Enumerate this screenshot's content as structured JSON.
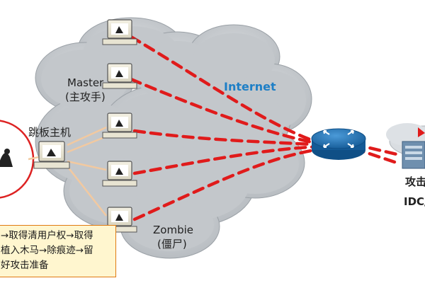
{
  "labels": {
    "internet": "Internet",
    "master_en": "Master",
    "master_cn": "(主攻手)",
    "jump_host": "跳板主机",
    "zombie_en": "Zombie",
    "zombie_cn": "(僵尸)",
    "target_partial": "攻击",
    "idc_partial": "IDC/"
  },
  "note": {
    "lines": [
      "→取得清用户权→取得",
      "植入木马→除痕迹→留",
      "好攻击准备"
    ]
  },
  "colors": {
    "cloud": "#bfc3c7",
    "attack_line": "#e01b1b",
    "control_line": "#f2c9a0",
    "router": "#1f6fb2",
    "note_border": "#e07a12",
    "note_bg": "#fff6cf"
  }
}
